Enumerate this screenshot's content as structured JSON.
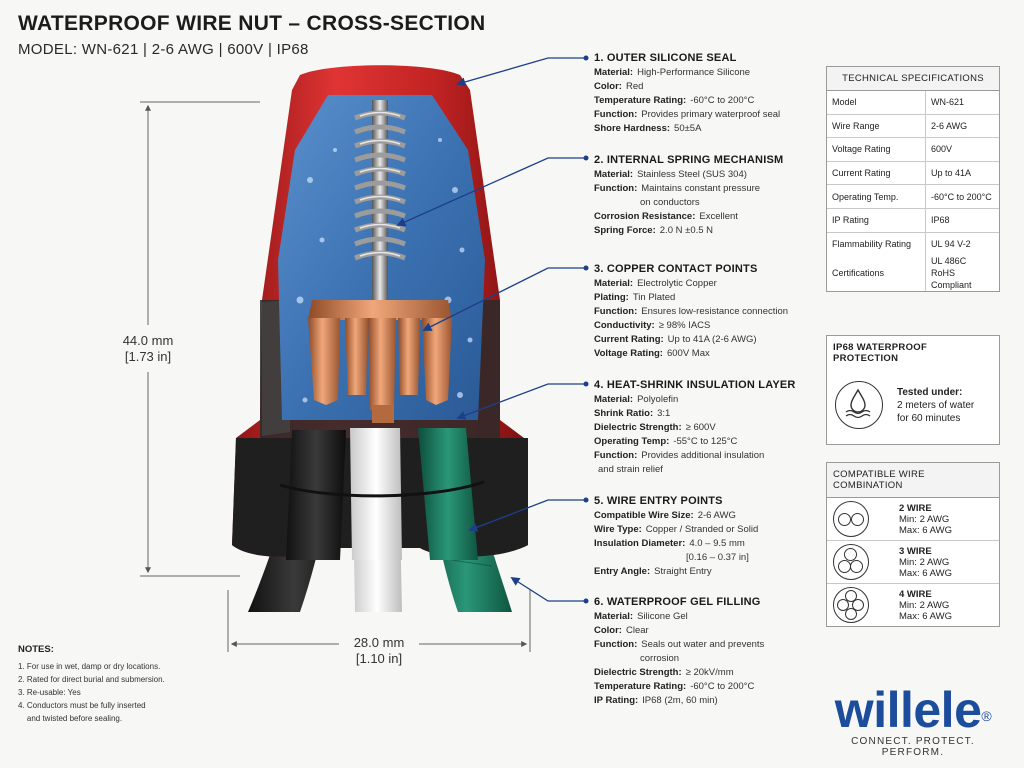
{
  "header": {
    "title": "WATERPROOF WIRE NUT – CROSS-SECTION",
    "subtitle": "MODEL: WN-621 | 2-6 AWG | 600V | IP68"
  },
  "dimensions": {
    "height_mm": "44.0 mm",
    "height_in": "[1.73 in]",
    "width_mm": "28.0 mm",
    "width_in": "[1.10 in]"
  },
  "callouts": [
    {
      "title": "1. OUTER SILICONE SEAL",
      "rows": [
        {
          "k": "Material:",
          "v": "High-Performance Silicone"
        },
        {
          "k": "Color:",
          "v": "Red"
        },
        {
          "k": "Temperature Rating:",
          "v": "-60°C to 200°C"
        },
        {
          "k": "Function:",
          "v": "Provides primary waterproof seal"
        },
        {
          "k": "Shore Hardness:",
          "v": "50±5A"
        }
      ]
    },
    {
      "title": "2. INTERNAL SPRING MECHANISM",
      "rows": [
        {
          "k": "Material:",
          "v": "Stainless Steel (SUS 304)"
        },
        {
          "k": "Function:",
          "v": "Maintains constant pressure"
        },
        {
          "k": "",
          "v": "on conductors",
          "indent": true
        },
        {
          "k": "Corrosion Resistance:",
          "v": "Excellent"
        },
        {
          "k": "Spring Force:",
          "v": "2.0 N ±0.5 N"
        }
      ]
    },
    {
      "title": "3. COPPER CONTACT POINTS",
      "rows": [
        {
          "k": "Material:",
          "v": "Electrolytic Copper"
        },
        {
          "k": "Plating:",
          "v": "Tin Plated"
        },
        {
          "k": "Function:",
          "v": "Ensures low-resistance connection"
        },
        {
          "k": "Conductivity:",
          "v": "≥ 98% IACS"
        },
        {
          "k": "Current Rating:",
          "v": "Up to 41A (2-6 AWG)"
        },
        {
          "k": "Voltage Rating:",
          "v": "600V Max"
        }
      ]
    },
    {
      "title": "4. HEAT-SHRINK INSULATION LAYER",
      "rows": [
        {
          "k": "Material:",
          "v": "Polyolefin"
        },
        {
          "k": "Shrink Ratio:",
          "v": "3:1"
        },
        {
          "k": "Dielectric Strength:",
          "v": "≥ 600V"
        },
        {
          "k": "Operating Temp:",
          "v": " -55°C to 125°C"
        },
        {
          "k": "Function:",
          "v": "Provides additional insulation"
        },
        {
          "k": "",
          "v": "and strain relief"
        }
      ]
    },
    {
      "title": "5. WIRE ENTRY POINTS",
      "rows": [
        {
          "k": "Compatible Wire Size:",
          "v": "2-6 AWG"
        },
        {
          "k": "Wire Type:",
          "v": "Copper / Stranded or Solid"
        },
        {
          "k": "Insulation Diameter:",
          "v": "4.0 – 9.5 mm"
        },
        {
          "k": "",
          "v": "[0.16 – 0.37 in]",
          "indent2": true
        },
        {
          "k": "Entry Angle:",
          "v": "Straight Entry"
        }
      ]
    },
    {
      "title": "6. WATERPROOF GEL FILLING",
      "rows": [
        {
          "k": "Material:",
          "v": "Silicone Gel"
        },
        {
          "k": "Color:",
          "v": "Clear"
        },
        {
          "k": "Function:",
          "v": "Seals out water and prevents"
        },
        {
          "k": "",
          "v": "corrosion",
          "indent": true
        },
        {
          "k": "Dielectric Strength:",
          "v": "≥ 20kV/mm"
        },
        {
          "k": "Temperature Rating:",
          "v": "-60°C to 200°C"
        },
        {
          "k": "IP Rating:",
          "v": "IP68 (2m, 60 min)"
        }
      ]
    }
  ],
  "specs": {
    "title": "TECHNICAL SPECIFICATIONS",
    "rows": [
      [
        "Model",
        "WN-621"
      ],
      [
        "Wire Range",
        "2-6 AWG"
      ],
      [
        "Voltage Rating",
        "600V"
      ],
      [
        "Current Rating",
        "Up to 41A"
      ],
      [
        "Operating Temp.",
        "-60°C to 200°C"
      ],
      [
        "IP Rating",
        "IP68"
      ],
      [
        "Flammability Rating",
        "UL 94 V-2"
      ]
    ],
    "cert_label": "Certifications",
    "cert_line1": "UL 486C",
    "cert_line2": "RoHS Compliant"
  },
  "ip68": {
    "title": "IP68 WATERPROOF PROTECTION",
    "line1": "Tested under:",
    "line2": "2 meters of water",
    "line3": "for 60 minutes"
  },
  "wire_combo": {
    "title": "COMPATIBLE WIRE COMBINATION",
    "rows": [
      {
        "name": "2 WIRE",
        "min": "Min:  2 AWG",
        "max": "Max:  6 AWG"
      },
      {
        "name": "3 WIRE",
        "min": "Min:  2 AWG",
        "max": "Max:  6 AWG"
      },
      {
        "name": "4 WIRE",
        "min": "Min:  2 AWG",
        "max": "Max:  6 AWG"
      }
    ]
  },
  "notes": {
    "title": "NOTES:",
    "items": [
      "1. For use in wet, damp or dry locations.",
      "2. Rated for direct burial and submersion.",
      "3. Re-usable: Yes",
      "4. Conductors must be fully inserted",
      "    and twisted before sealing."
    ]
  },
  "brand": {
    "name": "willele",
    "reg": "®",
    "tagline": "CONNECT. PROTECT. PERFORM."
  },
  "colors": {
    "seal_red": "#d42a2a",
    "gel_blue": "#3f78b8",
    "copper": "#c8784a",
    "wire_green": "#1f7a62",
    "brand_blue": "#1c4c9c"
  }
}
